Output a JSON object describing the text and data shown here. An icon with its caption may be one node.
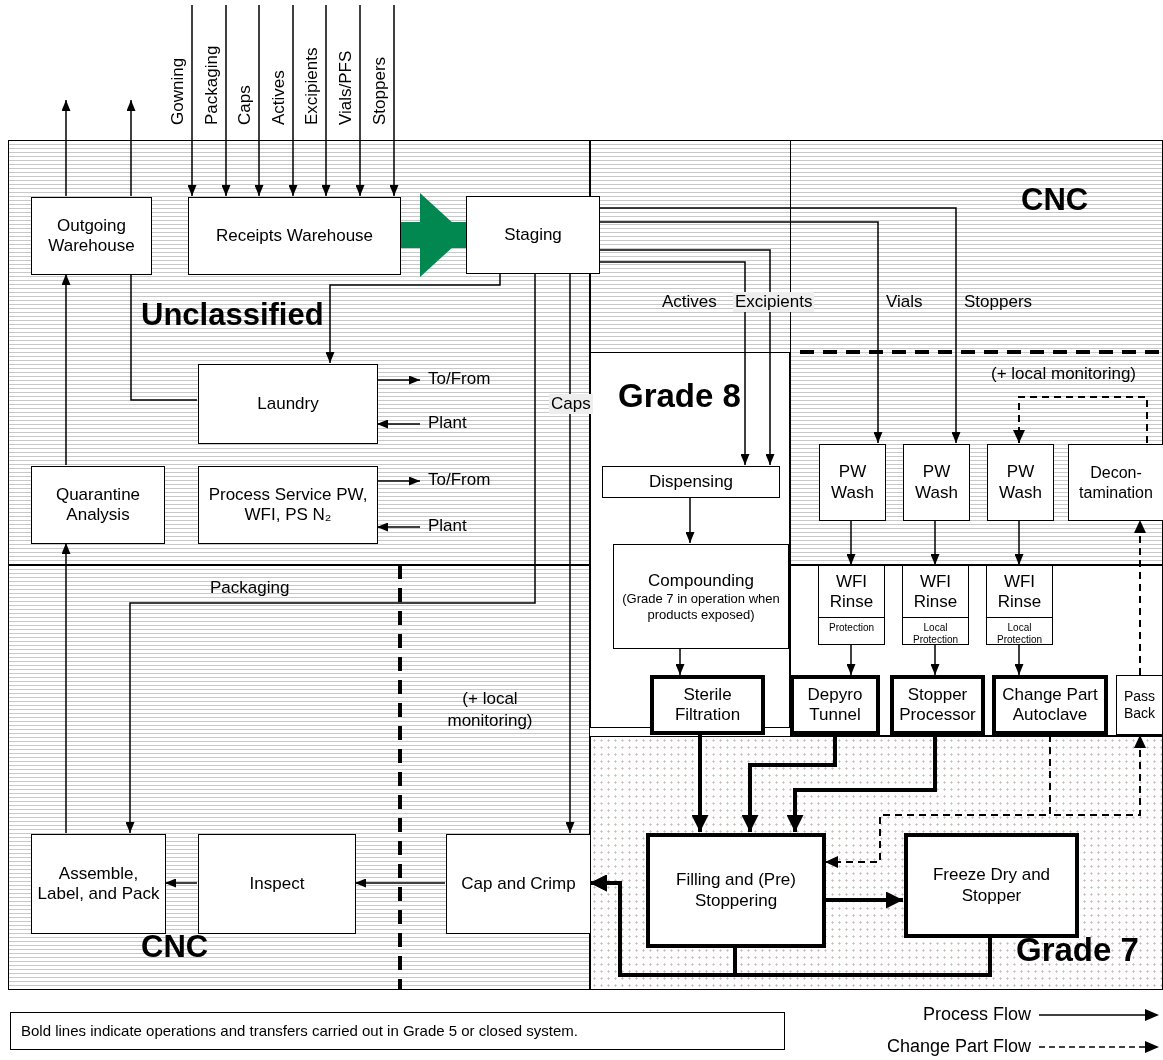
{
  "diagram": {
    "nodes": [
      {
        "text": [
          "Unclassified"
        ]
      },
      {
        "text": [
          "Outgoing Warehouse"
        ],
        "in": 0
      },
      {
        "text": [
          "Receipts Warehouse"
        ],
        "in": 0
      },
      {
        "text": [
          "Staging"
        ]
      },
      {
        "text": [
          "Laundry"
        ],
        "in": 0
      },
      {
        "text": [
          "Quarantine Analysis"
        ],
        "in": 0
      },
      {
        "text": [
          "Process Service PW, WFI, PS N₂"
        ],
        "in": 0
      },
      {
        "text": [
          "CNC"
        ]
      },
      {
        "text": [
          "Grade 8"
        ]
      },
      {
        "text": [
          "Dispensing"
        ],
        "in": 8
      },
      {
        "text": [
          "Compounding",
          "(Grade 7 in operation when products exposed)"
        ],
        "in": 8
      },
      {
        "text": [
          "PW Wash"
        ],
        "in": 7
      },
      {
        "text": [
          "PW Wash"
        ],
        "in": 7
      },
      {
        "text": [
          "PW Wash"
        ],
        "in": 7
      },
      {
        "text": [
          "Decon- tamination"
        ],
        "in": 7
      },
      {
        "text": [
          "WFI Rinse",
          "Protection"
        ]
      },
      {
        "text": [
          "WFI Rinse",
          "Local Protection"
        ]
      },
      {
        "text": [
          "WFI Rinse",
          "Local Protection"
        ]
      },
      {
        "text": [
          "CNC"
        ]
      },
      {
        "text": [
          "Grade 7"
        ]
      },
      {
        "text": [
          "Sterile Filtration"
        ]
      },
      {
        "text": [
          "Depyro Tunnel"
        ]
      },
      {
        "text": [
          "Stopper Processor"
        ]
      },
      {
        "text": [
          "Change Part Autoclave"
        ]
      },
      {
        "text": [
          "Pass Back"
        ]
      },
      {
        "text": [
          "Filling and (Pre) Stoppering"
        ],
        "in": 19
      },
      {
        "text": [
          "Freeze Dry and Stopper"
        ],
        "in": 19
      },
      {
        "text": [
          "Assemble, Label, and Pack"
        ],
        "in": 18
      },
      {
        "text": [
          "Inspect"
        ],
        "in": 18
      },
      {
        "text": [
          "Cap and Crimp"
        ],
        "in": 18
      }
    ],
    "edges": [
      {
        "from": null,
        "to": 2,
        "arrow": "to",
        "label": "Gowning"
      },
      {
        "from": null,
        "to": 2,
        "arrow": "to",
        "label": "Packaging"
      },
      {
        "from": null,
        "to": 2,
        "arrow": "to",
        "label": "Caps"
      },
      {
        "from": null,
        "to": 2,
        "arrow": "to",
        "label": "Actives"
      },
      {
        "from": null,
        "to": 2,
        "arrow": "to",
        "label": "Excipients"
      },
      {
        "from": null,
        "to": 2,
        "arrow": "to",
        "label": "Vials/PFS"
      },
      {
        "from": null,
        "to": 2,
        "arrow": "to",
        "label": "Stoppers"
      },
      {
        "from": 1,
        "to": null,
        "arrow": "to"
      },
      {
        "from": 1,
        "to": null,
        "arrow": "to"
      },
      {
        "from": 2,
        "to": 3,
        "arrow": "to",
        "style": "thick",
        "color": "#008850"
      },
      {
        "from": 3,
        "to": 4,
        "arrow": "to"
      },
      {
        "from": 4,
        "to": 1,
        "arrow": "none"
      },
      {
        "from": 4,
        "to": null,
        "arrow": "to",
        "label": "To/From"
      },
      {
        "from": null,
        "to": 4,
        "arrow": "to",
        "label": "Plant"
      },
      {
        "from": 6,
        "to": null,
        "arrow": "to",
        "label": "To/From"
      },
      {
        "from": null,
        "to": 6,
        "arrow": "to",
        "label": "Plant"
      },
      {
        "from": 5,
        "to": 1,
        "arrow": "to"
      },
      {
        "from": 27,
        "to": 5,
        "arrow": "to"
      },
      {
        "from": 3,
        "to": 27,
        "arrow": "to",
        "label": "Packaging"
      },
      {
        "from": 3,
        "to": 29,
        "arrow": "to",
        "label": "Caps"
      },
      {
        "from": 3,
        "to": 9,
        "arrow": "to",
        "label": "Actives"
      },
      {
        "from": 3,
        "to": 9,
        "arrow": "to",
        "label": "Excipients"
      },
      {
        "from": 3,
        "to": 11,
        "arrow": "to",
        "label": "Vials"
      },
      {
        "from": 3,
        "to": 12,
        "arrow": "to",
        "label": "Stoppers"
      },
      {
        "from": 9,
        "to": 10,
        "arrow": "to"
      },
      {
        "from": 10,
        "to": 20,
        "arrow": "to"
      },
      {
        "from": 11,
        "to": 15,
        "arrow": "to"
      },
      {
        "from": 12,
        "to": 16,
        "arrow": "to"
      },
      {
        "from": 13,
        "to": 17,
        "arrow": "to"
      },
      {
        "from": 15,
        "to": 21,
        "arrow": "to"
      },
      {
        "from": 16,
        "to": 22,
        "arrow": "to"
      },
      {
        "from": 17,
        "to": 23,
        "arrow": "to"
      },
      {
        "from": 14,
        "to": 13,
        "arrow": "to",
        "style": "dashed"
      },
      {
        "from": 24,
        "to": 14,
        "arrow": "to",
        "style": "dashed"
      },
      {
        "from": 23,
        "to": 25,
        "arrow": "to",
        "style": "dashed"
      },
      {
        "from": 23,
        "to": 24,
        "arrow": "to",
        "style": "dashed"
      },
      {
        "from": 20,
        "to": 25,
        "arrow": "to",
        "style": "thick"
      },
      {
        "from": 21,
        "to": 25,
        "arrow": "to",
        "style": "thick"
      },
      {
        "from": 22,
        "to": 25,
        "arrow": "to",
        "style": "thick"
      },
      {
        "from": 25,
        "to": 26,
        "arrow": "to",
        "style": "thick"
      },
      {
        "from": 25,
        "to": 29,
        "arrow": "to",
        "style": "thick"
      },
      {
        "from": 26,
        "to": 29,
        "arrow": "to",
        "style": "thick"
      },
      {
        "from": 29,
        "to": 28,
        "arrow": "to"
      },
      {
        "from": 28,
        "to": 27,
        "arrow": "to"
      }
    ],
    "labels": [
      "(+ local monitoring)",
      "(+ local monitoring)",
      "Bold lines indicate operations and transfers carried out in Grade 5 or closed system."
    ],
    "legend": [
      {
        "text": "Process Flow"
      },
      {
        "text": "Change Part Flow"
      }
    ]
  }
}
